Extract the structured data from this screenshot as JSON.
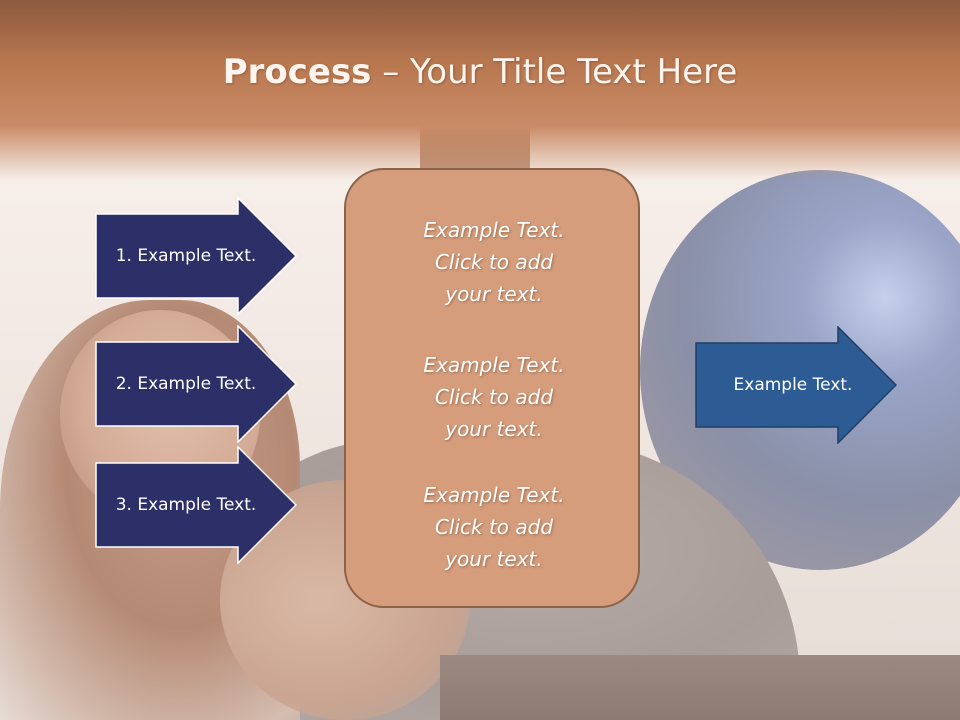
{
  "title": {
    "bold": "Process",
    "rest": " – Your Title Text Here"
  },
  "left_arrows": [
    {
      "label": "1. Example Text."
    },
    {
      "label": "2. Example Text."
    },
    {
      "label": "3. Example Text."
    }
  ],
  "center_box": {
    "paragraphs": [
      {
        "line1": "Example Text.",
        "line2": "Click  to add",
        "line3": "your text."
      },
      {
        "line1": "Example Text.",
        "line2": "Click  to add",
        "line3": "your text."
      },
      {
        "line1": "Example Text.",
        "line2": "Click  to add",
        "line3": "your text."
      }
    ]
  },
  "right_arrow": {
    "label": "Example Text."
  },
  "colors": {
    "left_arrow_fill": "#2d2f68",
    "right_arrow_fill": "#2c5c93",
    "center_box_fill": "#d59d7b",
    "title_band": "#b8774f"
  }
}
